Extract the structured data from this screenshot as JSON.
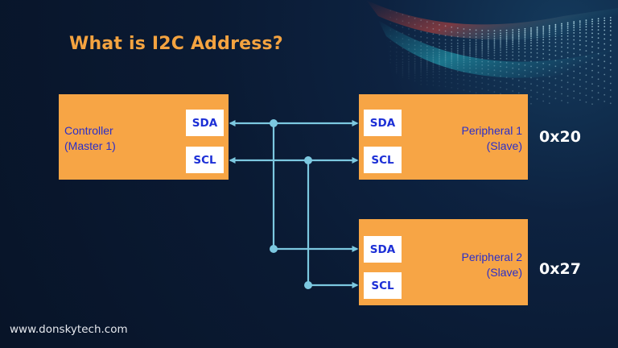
{
  "title": "What is I2C Address?",
  "controller": {
    "label_line1": "Controller",
    "label_line2": "(Master 1)",
    "sda": "SDA",
    "scl": "SCL"
  },
  "peripheral1": {
    "label_line1": "Peripheral 1",
    "label_line2": "(Slave)",
    "sda": "SDA",
    "scl": "SCL",
    "address": "0x20"
  },
  "peripheral2": {
    "label_line1": "Peripheral 2",
    "label_line2": "(Slave)",
    "sda": "SDA",
    "scl": "SCL",
    "address": "0x27"
  },
  "footer": "www.donskytech.com",
  "colors": {
    "background": "#0b1a33",
    "block": "#f7a545",
    "title": "#f4a340",
    "bus_line": "#7cc8e0",
    "label_text": "#2a2ec9",
    "pin_text": "#1c2fd6"
  }
}
